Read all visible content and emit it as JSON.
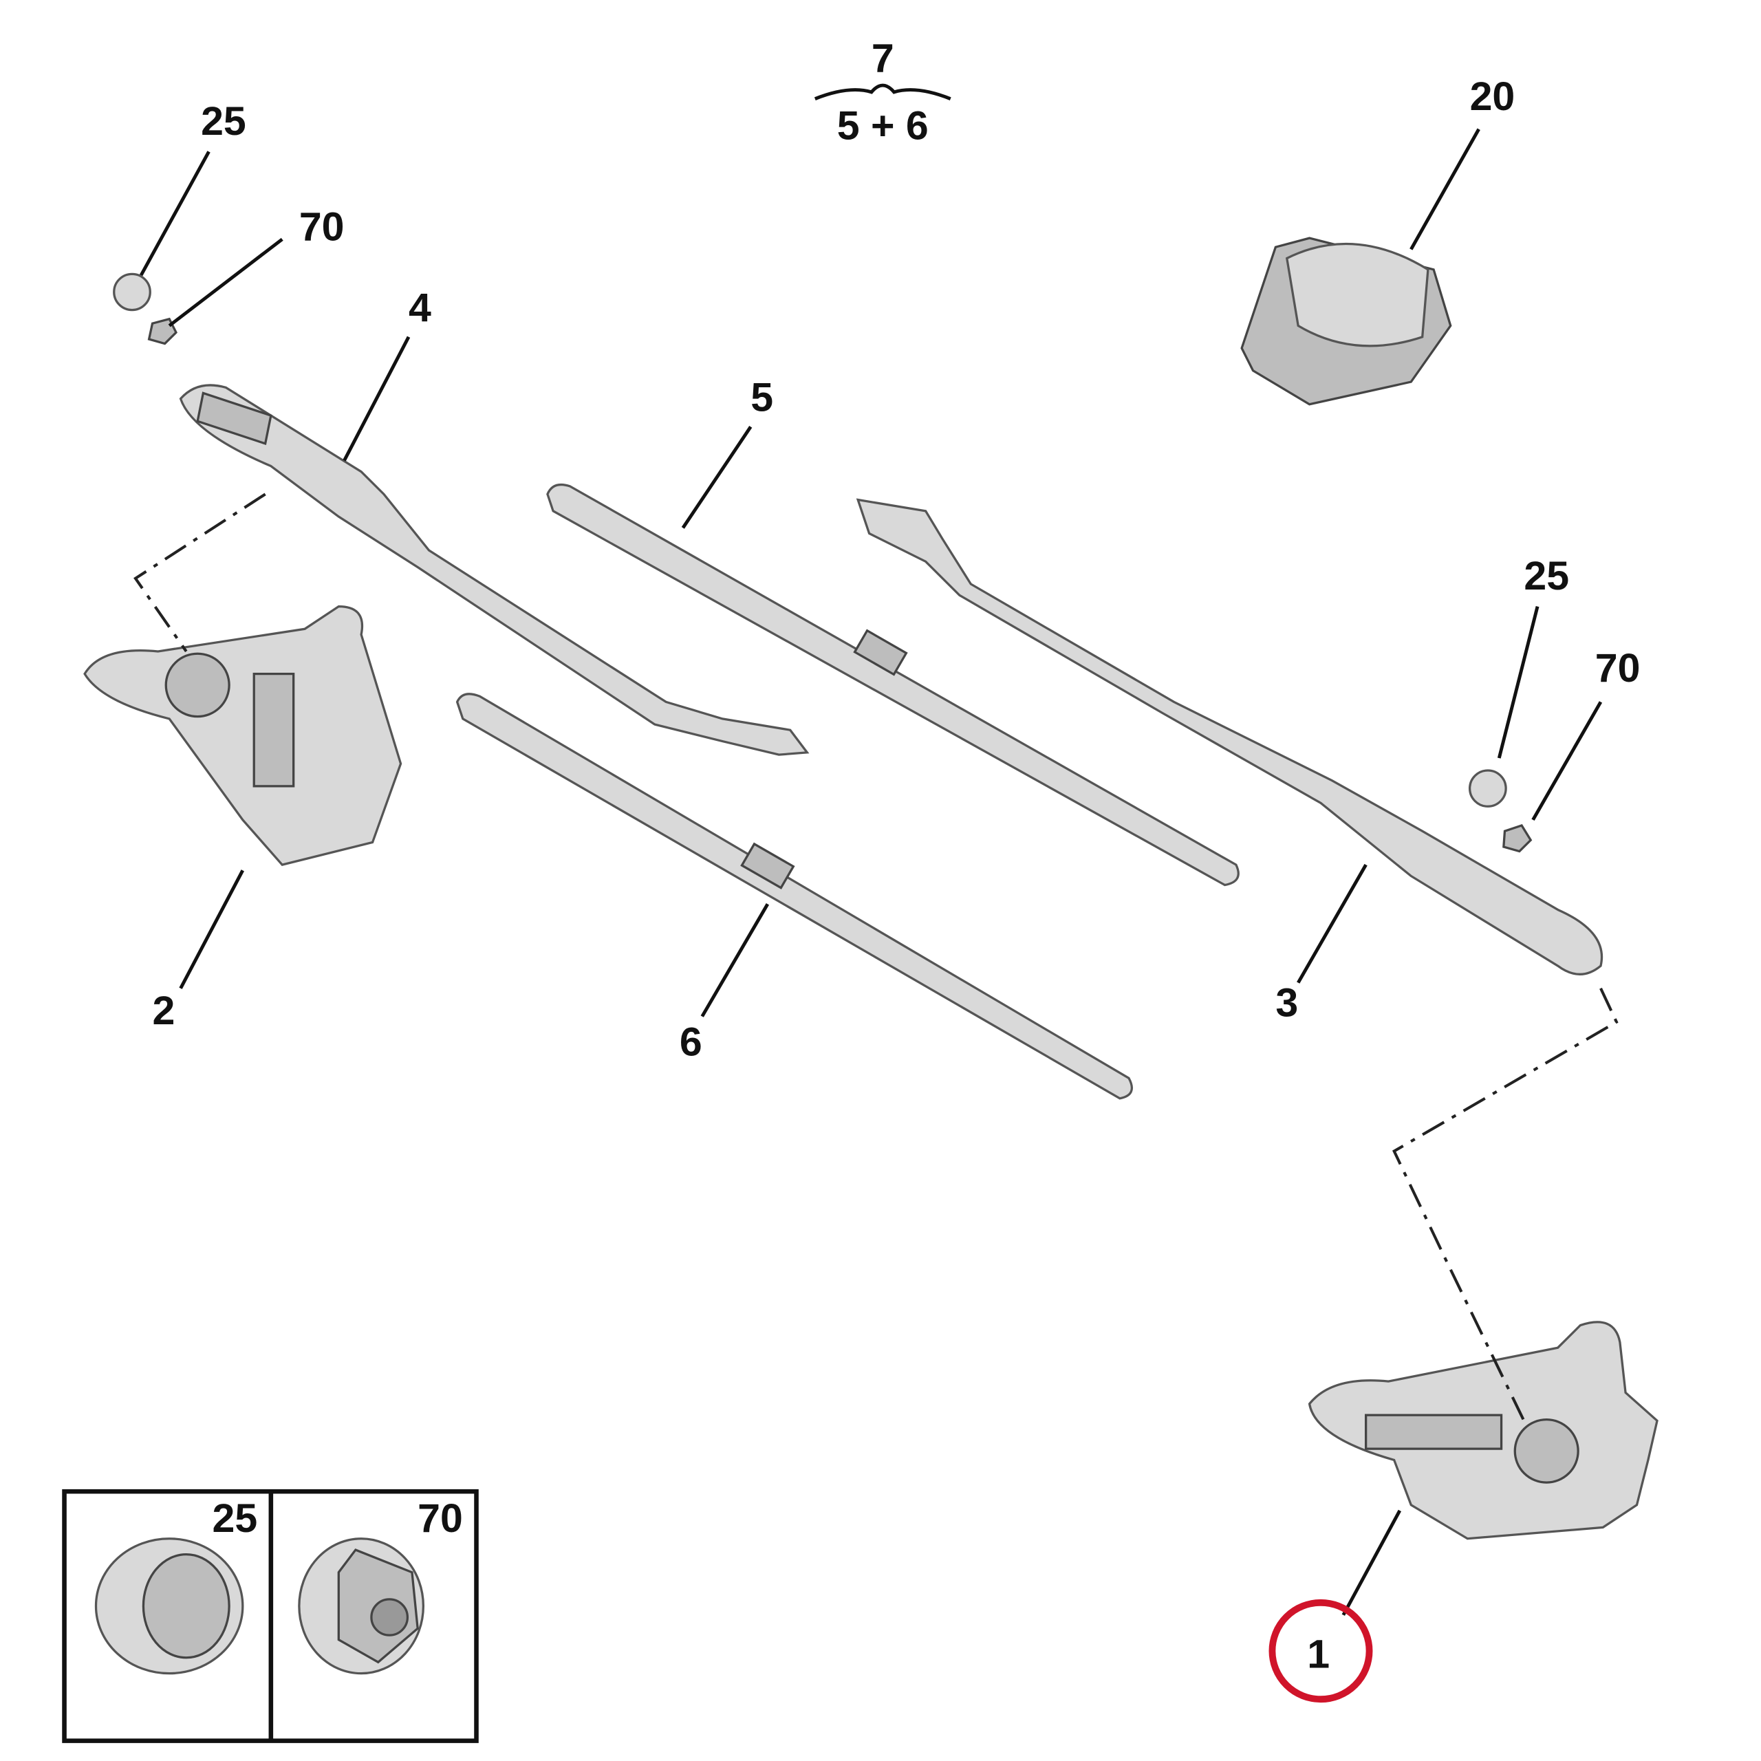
{
  "title_group": {
    "top": "7",
    "bottom": "5 + 6"
  },
  "callouts": {
    "c25_left": "25",
    "c70_left": "70",
    "c4": "4",
    "c5": "5",
    "c20": "20",
    "c2": "2",
    "c6": "6",
    "c3": "3",
    "c25_right": "25",
    "c70_right": "70",
    "c1": "1"
  },
  "legend_box": {
    "cell1": "25",
    "cell2": "70"
  },
  "highlight_color": "#d0142a"
}
